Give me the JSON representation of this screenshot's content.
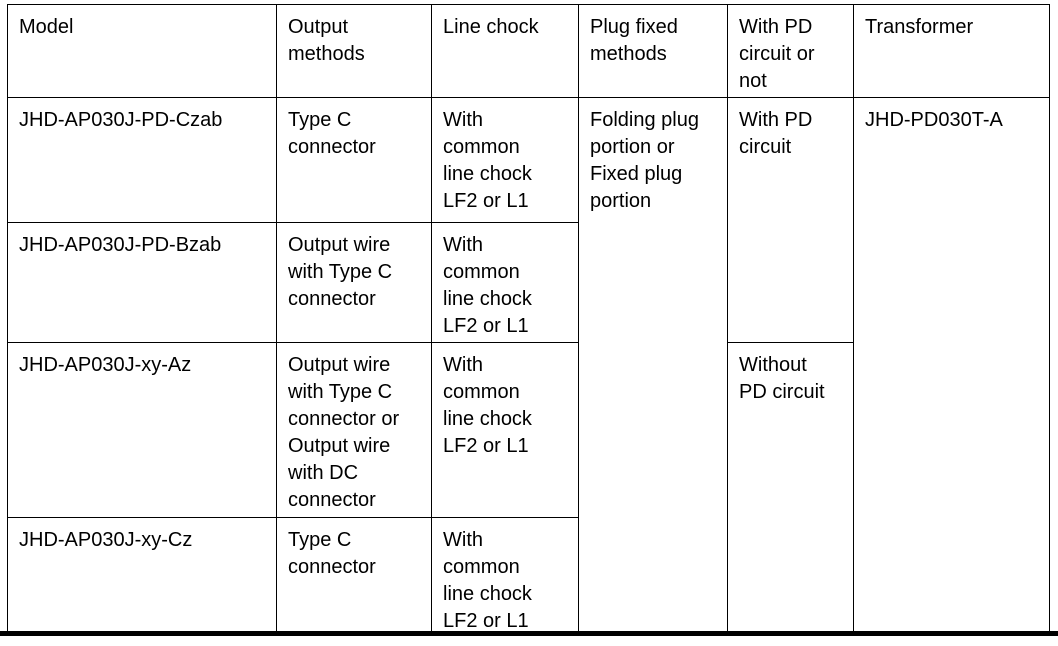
{
  "page": {
    "background_color": "#ffffff",
    "border_color": "#000000",
    "text_color": "#000000"
  },
  "table": {
    "columns": [
      "Model",
      "Output methods",
      "Line chock",
      "Plug fixed methods",
      "With PD circuit or not",
      "Transformer"
    ],
    "rows": [
      {
        "model": "JHD-AP030J-PD-Czab",
        "output_method": "Type C connector",
        "line_chock": "With common line chock LF2 or L1"
      },
      {
        "model": "JHD-AP030J-PD-Bzab",
        "output_method": "Output wire with Type C connector",
        "line_chock": "With common line chock LF2 or L1"
      },
      {
        "model": "JHD-AP030J-xy-Az",
        "output_method": "Output wire with Type C connector or Output wire with DC connector",
        "line_chock": "With common line chock LF2 or L1"
      },
      {
        "model": "JHD-AP030J-xy-Cz",
        "output_method": "Type C connector",
        "line_chock": "With common line chock LF2 or L1"
      }
    ],
    "plug_fixed_method": "Folding plug portion or Fixed plug portion",
    "pd_circuit": {
      "with": "With PD circuit",
      "without": "Without PD circuit"
    },
    "transformer": "JHD-PD030T-A"
  }
}
